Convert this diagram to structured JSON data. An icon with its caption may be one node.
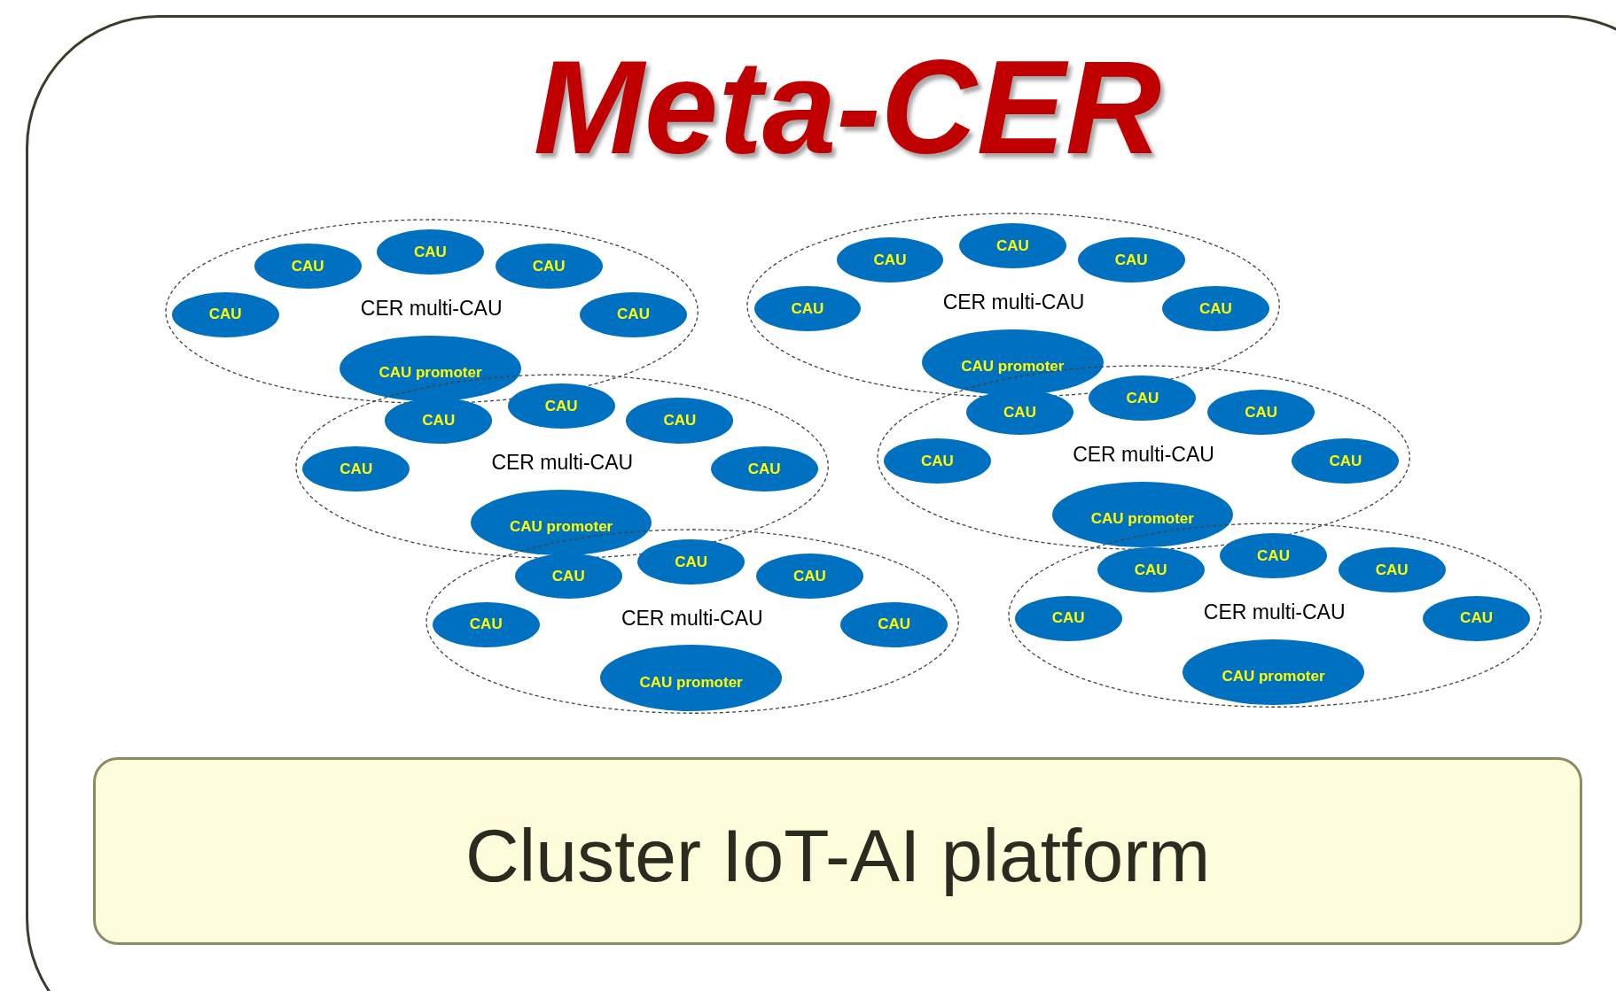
{
  "diagram": {
    "nodes": [
      {
        "text": [
          "Meta-CER"
        ]
      },
      {
        "text": [
          "CER multi-CAU"
        ],
        "in": 0
      },
      {
        "text": [
          "CAU"
        ],
        "in": 1
      },
      {
        "text": [
          "CAU"
        ],
        "in": 1
      },
      {
        "text": [
          "CAU"
        ],
        "in": 1
      },
      {
        "text": [
          "CAU"
        ],
        "in": 1
      },
      {
        "text": [
          "CAU"
        ],
        "in": 1
      },
      {
        "text": [
          "CAU promoter"
        ],
        "in": 1
      },
      {
        "text": [
          "CER multi-CAU"
        ],
        "in": 0
      },
      {
        "text": [
          "CAU"
        ],
        "in": 8
      },
      {
        "text": [
          "CAU"
        ],
        "in": 8
      },
      {
        "text": [
          "CAU"
        ],
        "in": 8
      },
      {
        "text": [
          "CAU"
        ],
        "in": 8
      },
      {
        "text": [
          "CAU"
        ],
        "in": 8
      },
      {
        "text": [
          "CAU promoter"
        ],
        "in": 8
      },
      {
        "text": [
          "CER multi-CAU"
        ],
        "in": 0
      },
      {
        "text": [
          "CAU"
        ],
        "in": 15
      },
      {
        "text": [
          "CAU"
        ],
        "in": 15
      },
      {
        "text": [
          "CAU"
        ],
        "in": 15
      },
      {
        "text": [
          "CAU"
        ],
        "in": 15
      },
      {
        "text": [
          "CAU"
        ],
        "in": 15
      },
      {
        "text": [
          "CAU promoter"
        ],
        "in": 15
      },
      {
        "text": [
          "CER multi-CAU"
        ],
        "in": 0
      },
      {
        "text": [
          "CAU"
        ],
        "in": 22
      },
      {
        "text": [
          "CAU"
        ],
        "in": 22
      },
      {
        "text": [
          "CAU"
        ],
        "in": 22
      },
      {
        "text": [
          "CAU"
        ],
        "in": 22
      },
      {
        "text": [
          "CAU"
        ],
        "in": 22
      },
      {
        "text": [
          "CAU promoter"
        ],
        "in": 22
      },
      {
        "text": [
          "CER multi-CAU"
        ],
        "in": 0
      },
      {
        "text": [
          "CAU"
        ],
        "in": 29
      },
      {
        "text": [
          "CAU"
        ],
        "in": 29
      },
      {
        "text": [
          "CAU"
        ],
        "in": 29
      },
      {
        "text": [
          "CAU"
        ],
        "in": 29
      },
      {
        "text": [
          "CAU"
        ],
        "in": 29
      },
      {
        "text": [
          "CAU promoter"
        ],
        "in": 29
      },
      {
        "text": [
          "CER multi-CAU"
        ],
        "in": 0
      },
      {
        "text": [
          "CAU"
        ],
        "in": 36
      },
      {
        "text": [
          "CAU"
        ],
        "in": 36
      },
      {
        "text": [
          "CAU"
        ],
        "in": 36
      },
      {
        "text": [
          "CAU"
        ],
        "in": 36
      },
      {
        "text": [
          "CAU"
        ],
        "in": 36
      },
      {
        "text": [
          "CAU promoter"
        ],
        "in": 36
      },
      {
        "text": [
          "Cluster IoT-AI platform"
        ],
        "in": 0
      }
    ]
  }
}
